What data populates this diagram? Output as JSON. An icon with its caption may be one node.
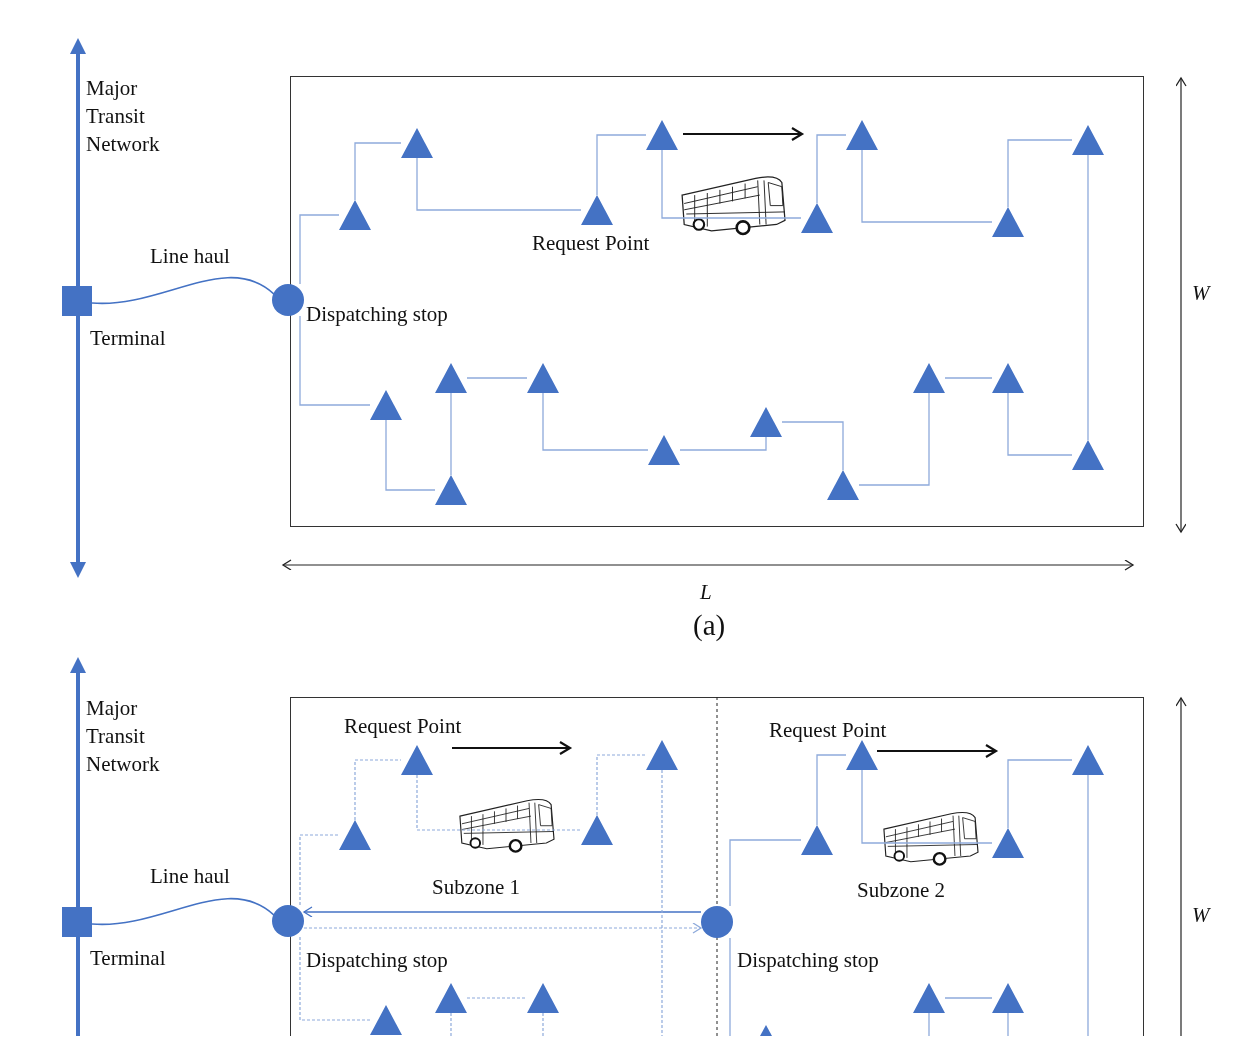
{
  "diagram": {
    "nodes": [
      {
        "text": [],
        "shape": "box",
        "beside": [
          "Terminal"
        ]
      },
      {
        "text": [],
        "shape": "circle",
        "beside": [
          "Dispatching stop"
        ]
      },
      {
        "text": [],
        "shape": "box"
      },
      {
        "text": [],
        "shape": "triangle",
        "in": 2
      },
      {
        "text": [],
        "shape": "triangle",
        "in": 2
      },
      {
        "text": [],
        "shape": "triangle",
        "in": 2
      },
      {
        "text": [],
        "shape": "triangle",
        "in": 2
      },
      {
        "text": [],
        "shape": "triangle",
        "in": 2
      },
      {
        "text": [],
        "shape": "triangle",
        "in": 2
      },
      {
        "text": [],
        "shape": "triangle",
        "in": 2
      },
      {
        "text": [],
        "shape": "triangle",
        "in": 2
      },
      {
        "text": [],
        "shape": "triangle",
        "in": 2
      },
      {
        "text": [],
        "shape": "triangle",
        "in": 2
      },
      {
        "text": [],
        "shape": "triangle",
        "in": 2
      },
      {
        "text": [],
        "shape": "triangle",
        "in": 2
      },
      {
        "text": [],
        "shape": "triangle",
        "in": 2
      },
      {
        "text": [],
        "shape": "triangle",
        "in": 2
      },
      {
        "text": [],
        "shape": "triangle",
        "in": 2
      },
      {
        "text": [],
        "shape": "triangle",
        "in": 2
      },
      {
        "text": [],
        "shape": "triangle",
        "in": 2
      },
      {
        "text": [],
        "shape": "triangle",
        "in": 2
      },
      {
        "text": [],
        "shape": "box",
        "beside": [
          "Terminal"
        ]
      },
      {
        "text": [],
        "shape": "circle",
        "beside": [
          "Dispatching stop"
        ]
      },
      {
        "text": [],
        "shape": "box"
      },
      {
        "text": [],
        "shape": "circle",
        "in": 23,
        "beside": [
          "Dispatching stop"
        ]
      },
      {
        "text": [],
        "shape": "triangle",
        "in": 23
      },
      {
        "text": [],
        "shape": "triangle",
        "in": 23
      },
      {
        "text": [],
        "shape": "triangle",
        "in": 23
      },
      {
        "text": [],
        "shape": "triangle",
        "in": 23
      },
      {
        "text": [],
        "shape": "triangle",
        "in": 23
      },
      {
        "text": [],
        "shape": "triangle",
        "in": 23
      },
      {
        "text": [],
        "shape": "triangle",
        "in": 23
      },
      {
        "text": [],
        "shape": "triangle",
        "in": 23
      },
      {
        "text": [],
        "shape": "triangle",
        "in": 23
      },
      {
        "text": [],
        "shape": "triangle",
        "in": 23
      },
      {
        "text": [],
        "shape": "triangle",
        "in": 23
      },
      {
        "text": [],
        "shape": "triangle",
        "in": 23
      },
      {
        "text": [],
        "shape": "triangle",
        "in": 23
      },
      {
        "text": [],
        "shape": "triangle",
        "in": 23
      }
    ],
    "edges": [
      {
        "from": 0,
        "to": 1,
        "arrow": "none",
        "label": "Line haul",
        "color": "#4472c4"
      },
      {
        "from": 1,
        "to": 3,
        "arrow": "none"
      },
      {
        "from": 3,
        "to": 5,
        "arrow": "none"
      },
      {
        "from": 5,
        "to": 9,
        "arrow": "none"
      },
      {
        "from": 9,
        "to": 10,
        "arrow": "none"
      },
      {
        "from": 10,
        "to": 13,
        "arrow": "none"
      },
      {
        "from": 13,
        "to": 15,
        "arrow": "none"
      },
      {
        "from": 15,
        "to": 17,
        "arrow": "none"
      },
      {
        "from": 17,
        "to": 19,
        "arrow": "none"
      },
      {
        "from": 19,
        "to": 20,
        "arrow": "none"
      },
      {
        "from": 20,
        "to": 18,
        "arrow": "none"
      },
      {
        "from": 18,
        "to": 16,
        "arrow": "none"
      },
      {
        "from": 16,
        "to": 14,
        "arrow": "none"
      },
      {
        "from": 14,
        "to": 12,
        "arrow": "none"
      },
      {
        "from": 12,
        "to": 11,
        "arrow": "none"
      },
      {
        "from": 11,
        "to": 8,
        "arrow": "none"
      },
      {
        "from": 8,
        "to": 6,
        "arrow": "none"
      },
      {
        "from": 6,
        "to": 7,
        "arrow": "none"
      },
      {
        "from": 7,
        "to": 4,
        "arrow": "none"
      },
      {
        "from": 4,
        "to": 1,
        "arrow": "none"
      },
      {
        "from": 21,
        "to": 22,
        "arrow": "none",
        "label": "Line haul",
        "color": "#4472c4"
      },
      {
        "from": 24,
        "to": 22,
        "arrow": "to",
        "color": "#4472c4"
      },
      {
        "from": 22,
        "to": 24,
        "arrow": "to",
        "style": "dashed"
      },
      {
        "from": 22,
        "to": 25,
        "arrow": "none",
        "style": "dashed"
      },
      {
        "from": 25,
        "to": 27,
        "arrow": "none",
        "style": "dashed"
      },
      {
        "from": 27,
        "to": 30,
        "arrow": "none",
        "style": "dashed"
      },
      {
        "from": 30,
        "to": 31,
        "arrow": "none",
        "style": "dashed"
      },
      {
        "from": 31,
        "to": null,
        "arrow": "none",
        "style": "dashed"
      },
      {
        "from": 22,
        "to": 26,
        "arrow": "none",
        "style": "dashed"
      },
      {
        "from": 28,
        "to": 29,
        "arrow": "none",
        "style": "dashed"
      },
      {
        "from": 28,
        "to": null,
        "arrow": "none",
        "style": "dashed"
      },
      {
        "from": 29,
        "to": null,
        "arrow": "none",
        "style": "dashed"
      },
      {
        "from": 24,
        "to": 33,
        "arrow": "none"
      },
      {
        "from": 33,
        "to": 34,
        "arrow": "none"
      },
      {
        "from": 34,
        "to": 36,
        "arrow": "none"
      },
      {
        "from": 36,
        "to": 38,
        "arrow": "none"
      },
      {
        "from": 38,
        "to": null,
        "arrow": "none"
      },
      {
        "from": 24,
        "to": null,
        "arrow": "none"
      },
      {
        "from": 35,
        "to": 37,
        "arrow": "none"
      },
      {
        "from": 35,
        "to": null,
        "arrow": "none"
      },
      {
        "from": 37,
        "to": null,
        "arrow": "none"
      }
    ],
    "labels": [
      "Major Transit Network",
      "Request Point",
      "W",
      "L",
      "(a)",
      "Major Transit Network",
      "Request Point",
      "Request Point",
      "Subzone 1",
      "Subzone 2",
      "W"
    ]
  }
}
